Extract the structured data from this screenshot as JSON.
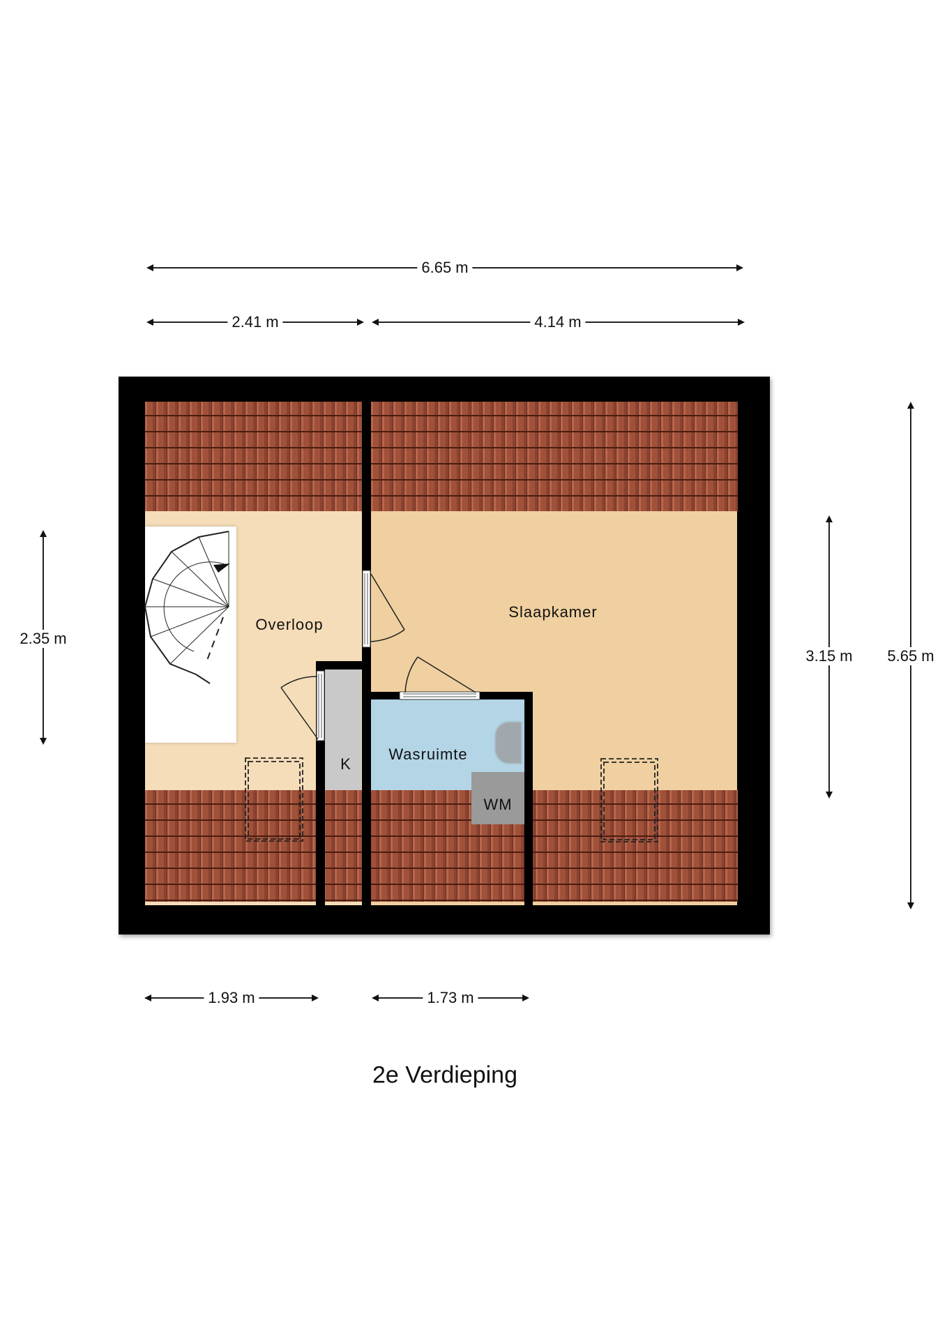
{
  "floor_title": "2e Verdieping",
  "dimensions": {
    "top_total": "6.65 m",
    "top_left": "2.41 m",
    "top_right": "4.14 m",
    "left_height": "2.35 m",
    "right_inner": "3.15 m",
    "right_total": "5.65 m",
    "bottom_left": "1.93 m",
    "bottom_right": "1.73 m"
  },
  "rooms": {
    "overloop": "Overloop",
    "slaapkamer": "Slaapkamer",
    "wasruimte": "Wasruimte",
    "kast": "K",
    "wasmachine": "WM"
  },
  "colors": {
    "wall": "#000000",
    "overloop": "#f5ddb9",
    "slaapkamer": "#f0d0a0",
    "wasruimte": "#b3d5e6",
    "kast": "#c9c9c9",
    "wasmachine": "#9a9a9a",
    "roof_tiles": "#a5573f"
  }
}
